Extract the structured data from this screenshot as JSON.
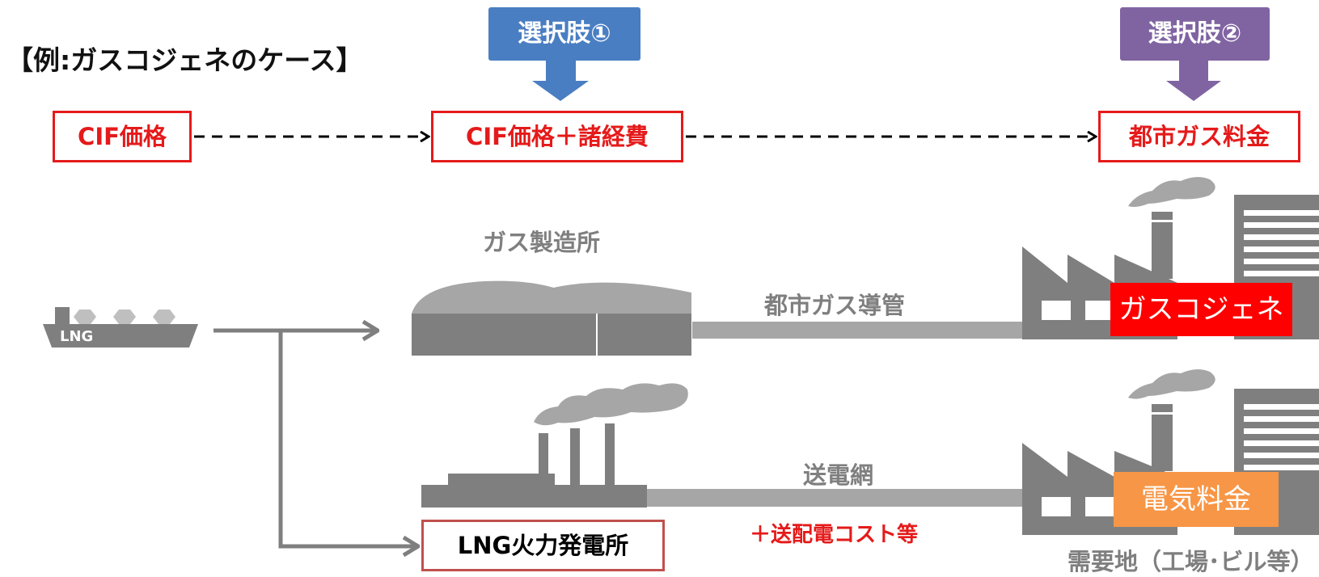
{
  "title": "【例:ガスコジェネのケース】",
  "options": {
    "option1": "選択肢①",
    "option2": "選択肢②"
  },
  "price_stages": {
    "cif": "CIF価格",
    "cif_plus": "CIF価格＋諸経費",
    "city_gas_fee": "都市ガス料金"
  },
  "facilities": {
    "lng_ship": "LNG",
    "gas_plant": "ガス製造所",
    "gas_pipeline": "都市ガス導管",
    "gas_cogen": "ガスコジェネ",
    "power_plant": "LNG火力発電所",
    "grid": "送電網",
    "grid_cost": "＋送配電コスト等",
    "electricity_fee": "電気料金",
    "demand_site": "需要地（工場･ビル等）"
  },
  "colors": {
    "option1": "#4a7ec2",
    "option2": "#8064a2",
    "price_red": "#e51a1a",
    "icon_gray": "#7f7f7f",
    "pipe_gray": "#a6a6a6",
    "cogen_fill": "#ff0000",
    "electric_fill": "#f79646"
  }
}
